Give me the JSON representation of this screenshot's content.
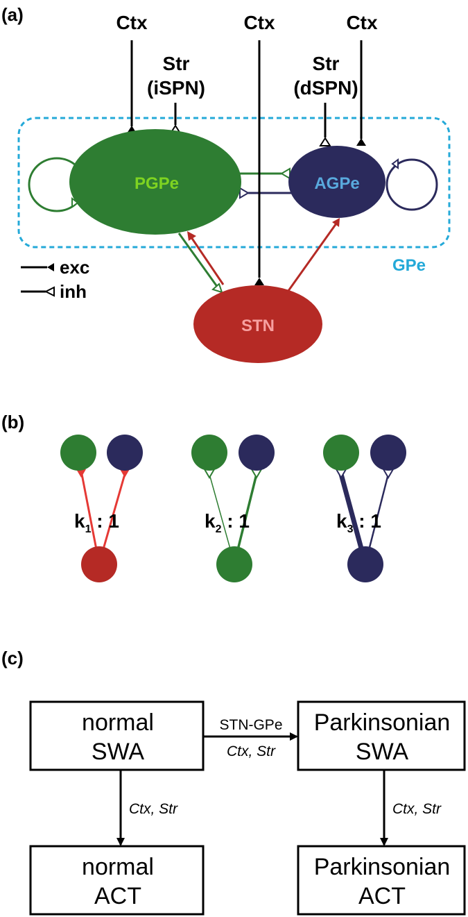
{
  "panel_a": {
    "label": "(a)",
    "ctx_left": "Ctx",
    "ctx_mid": "Ctx",
    "ctx_right": "Ctx",
    "str_ispn_line1": "Str",
    "str_ispn_line2": "(iSPN)",
    "str_dspn_line1": "Str",
    "str_dspn_line2": "(dSPN)",
    "pgpe": "PGPe",
    "agpe": "AGPe",
    "stn": "STN",
    "gpe": "GPe",
    "legend_exc": "exc",
    "legend_inh": "inh"
  },
  "panel_b": {
    "label": "(b)",
    "ratio1": {
      "k": "k",
      "sub": "1",
      "rest": " : 1"
    },
    "ratio2": {
      "k": "k",
      "sub": "2",
      "rest": " : 1"
    },
    "ratio3": {
      "k": "k",
      "sub": "3",
      "rest": " : 1"
    }
  },
  "panel_c": {
    "label": "(c)",
    "box_normal_swa": [
      "normal",
      "SWA"
    ],
    "box_park_swa": [
      "Parkinsonian",
      "SWA"
    ],
    "box_normal_act": [
      "normal",
      "ACT"
    ],
    "box_park_act": [
      "Parkinsonian",
      "ACT"
    ],
    "arrow_h_top": "STN-GPe",
    "arrow_h_bottom": "Ctx, Str",
    "arrow_v_left": "Ctx, Str",
    "arrow_v_right": "Ctx, Str"
  },
  "colors": {
    "green": "#2e7d32",
    "light_green": "#7ed321",
    "navy": "#2b2a5c",
    "light_blue": "#59a9dd",
    "red": "#b52a25",
    "pink": "#f7a0a0",
    "gpe_dash": "#24a9d8"
  }
}
